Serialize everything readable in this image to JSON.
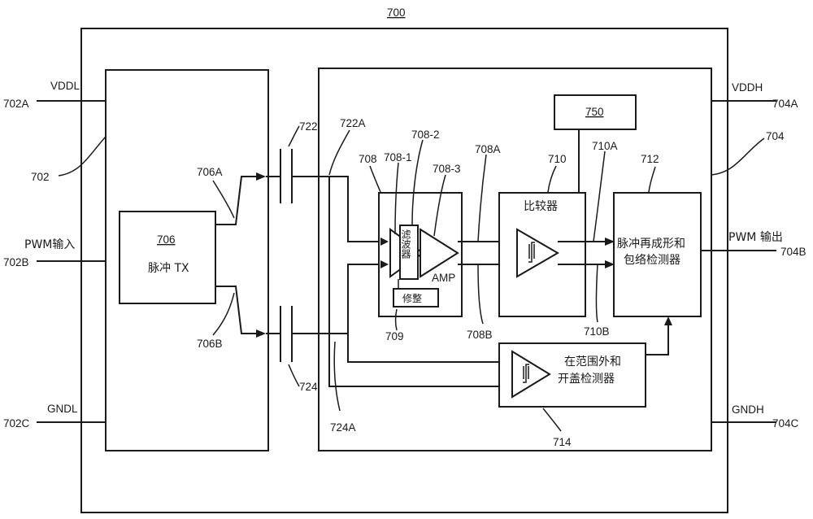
{
  "figure": {
    "ref_main": "700",
    "ref_left_block": "702",
    "ref_right_block": "704",
    "ref_pulse_tx": "706",
    "ref_706a": "706A",
    "ref_706b": "706B",
    "ref_amp_block": "708",
    "ref_708_1": "708-1",
    "ref_708_2": "708-2",
    "ref_708_3": "708-3",
    "ref_708a": "708A",
    "ref_708b": "708B",
    "ref_trim": "709",
    "ref_comparator": "710",
    "ref_710a": "710A",
    "ref_710b": "710B",
    "ref_pulse_reshape": "712",
    "ref_detector": "714",
    "ref_ctrl": "750",
    "ref_cap_top": "722",
    "ref_cap_top_a": "722A",
    "ref_cap_bot": "724",
    "ref_cap_bot_a": "724A"
  },
  "pins_left": {
    "vddl": "VDDL",
    "vddl_ref": "702A",
    "pwm_in": "PWM输入",
    "pwm_in_ref": "702B",
    "gndl": "GNDL",
    "gndl_ref": "702C"
  },
  "pins_right": {
    "vddh": "VDDH",
    "vddh_ref": "704A",
    "pwm_out": "PWM 输出",
    "pwm_out_ref": "704B",
    "gndh": "GNDH",
    "gndh_ref": "704C"
  },
  "blocks": {
    "pulse_tx_label": "脉冲 TX",
    "filter_label": "滤波器",
    "amp_label": "AMP",
    "trim_label": "修整",
    "comparator_label": "比较器",
    "reshape_line1": "脉冲再成形和",
    "reshape_line2": "包络检测器",
    "detector_line1": "在范围外和",
    "detector_line2": "开盖检测器"
  }
}
